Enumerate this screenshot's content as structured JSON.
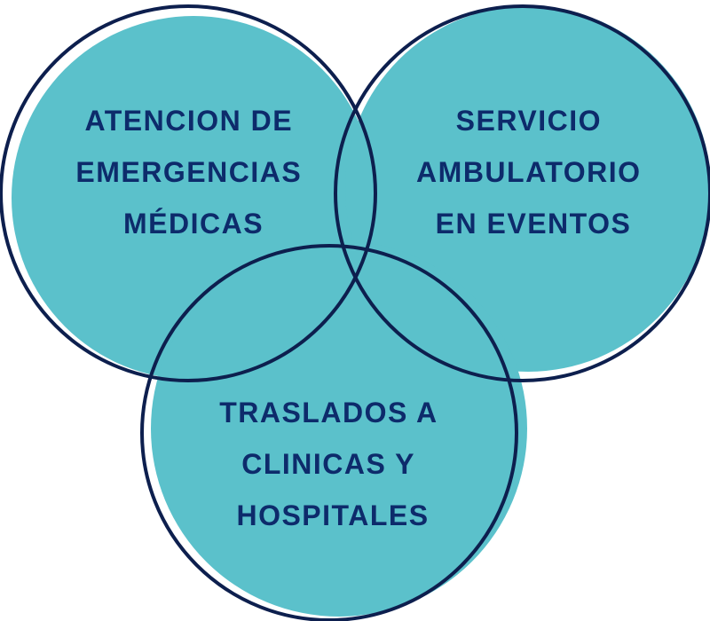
{
  "diagram": {
    "type": "venn",
    "colors": {
      "fill": "#5bc1cb",
      "stroke": "#0d1f4e",
      "text": "#0d2b6b"
    },
    "circles": [
      {
        "id": "top-left",
        "lines": [
          "ATENCION DE",
          "EMERGENCIAS",
          "MÉDICAS"
        ]
      },
      {
        "id": "top-right",
        "lines": [
          "SERVICIO",
          "AMBULATORIO",
          "EN EVENTOS"
        ]
      },
      {
        "id": "bottom",
        "lines": [
          "TRASLADOS A",
          "CLINICAS Y",
          "HOSPITALES"
        ]
      }
    ]
  }
}
